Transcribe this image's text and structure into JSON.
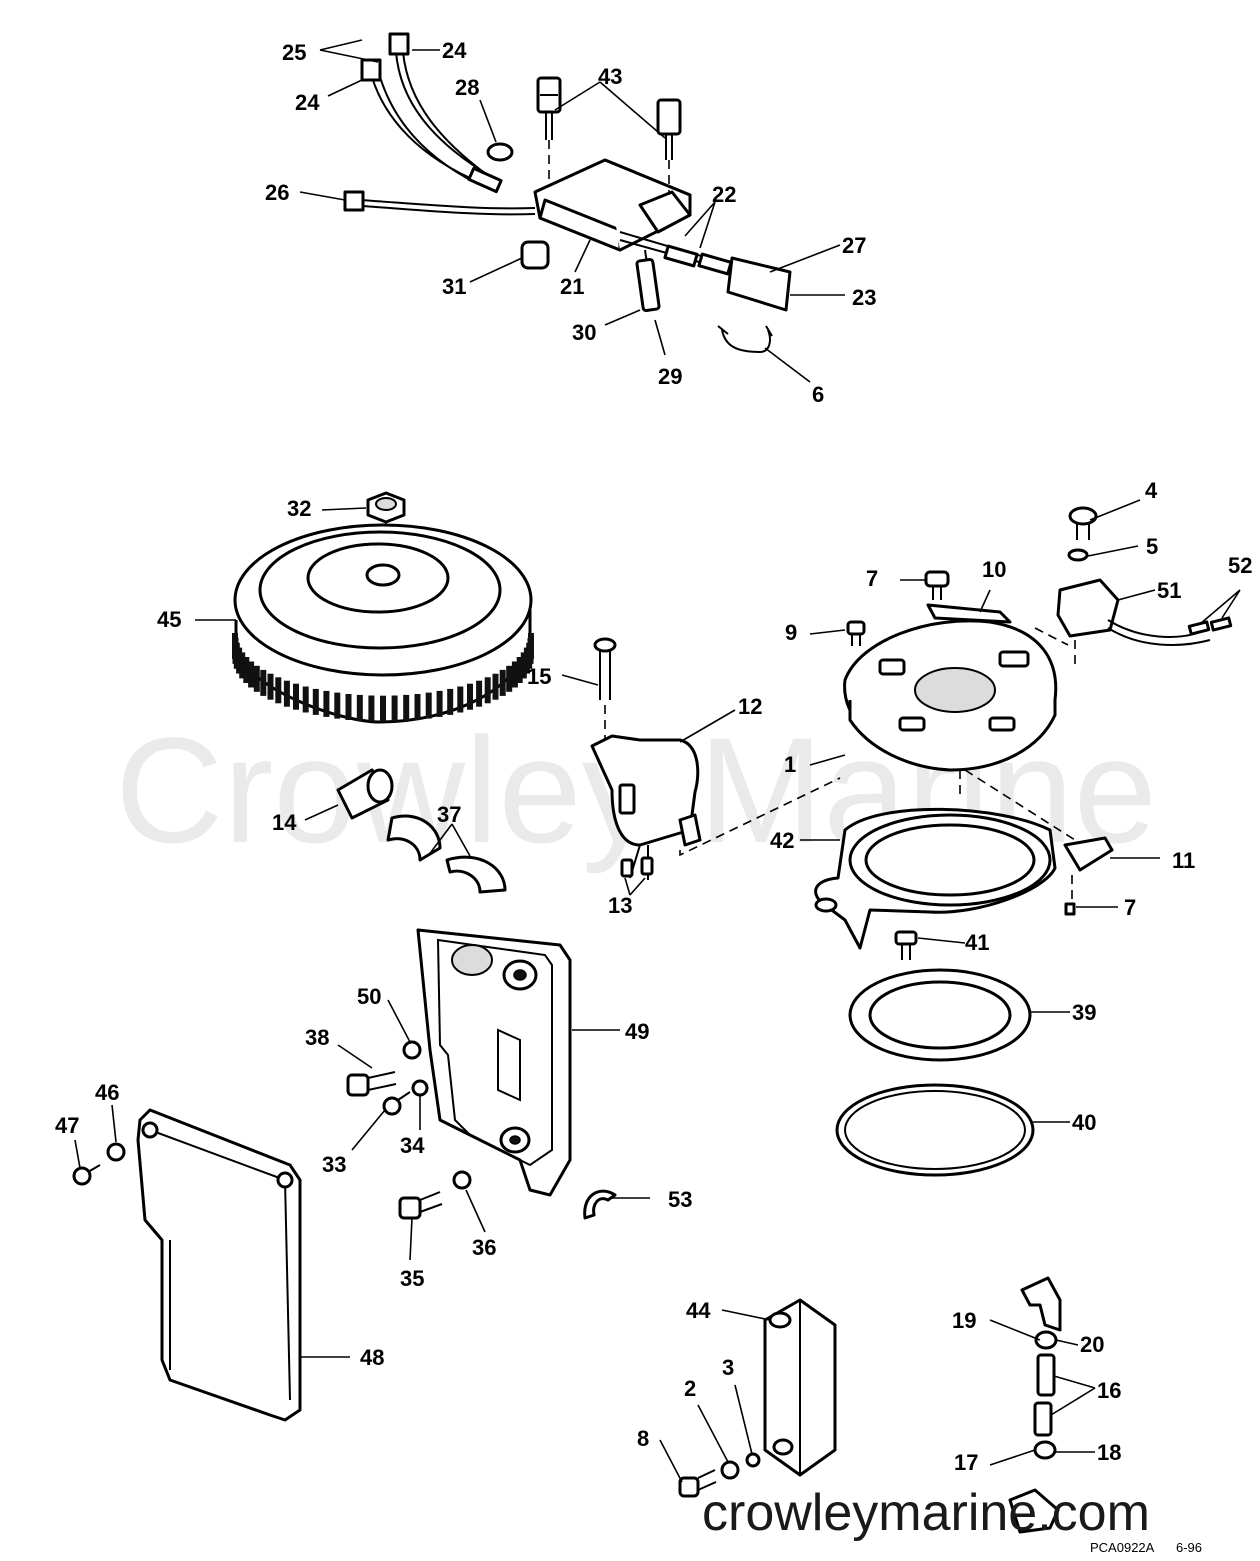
{
  "watermark": "Crowley Marine",
  "site_url": "crowleymarine.com",
  "drawing_code": "PCA0922A",
  "drawing_date": "6-96",
  "callouts": [
    "1",
    "2",
    "3",
    "4",
    "5",
    "6",
    "7",
    "8",
    "9",
    "10",
    "11",
    "12",
    "13",
    "14",
    "15",
    "16",
    "17",
    "18",
    "19",
    "20",
    "21",
    "22",
    "23",
    "24",
    "25",
    "26",
    "27",
    "28",
    "29",
    "30",
    "31",
    "32",
    "33",
    "34",
    "35",
    "36",
    "37",
    "38",
    "39",
    "40",
    "41",
    "42",
    "43",
    "44",
    "45",
    "46",
    "47",
    "48",
    "49",
    "50",
    "51",
    "52",
    "53"
  ]
}
